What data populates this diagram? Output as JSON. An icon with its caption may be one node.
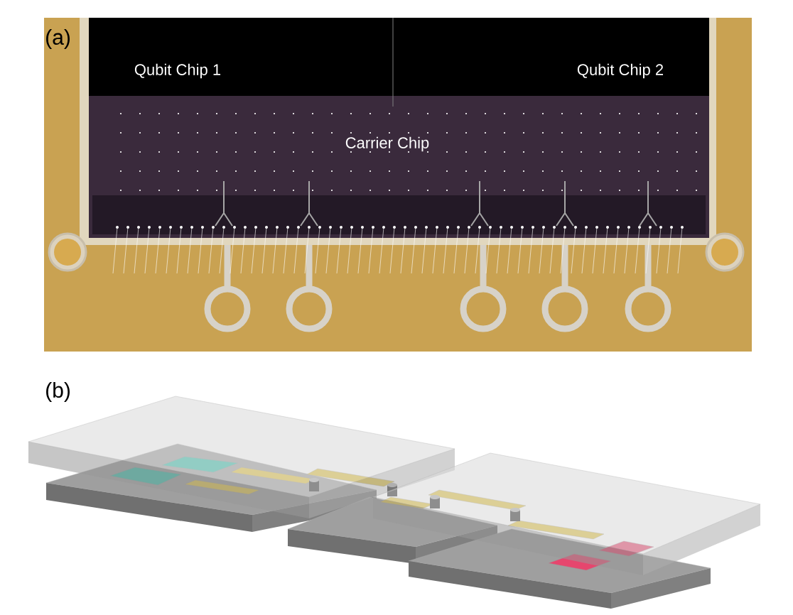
{
  "diagram": {
    "labels": [
      "(a)",
      "Qubit Chip 1",
      "Qubit Chip 2",
      "Carrier Chip",
      "(b)"
    ]
  }
}
